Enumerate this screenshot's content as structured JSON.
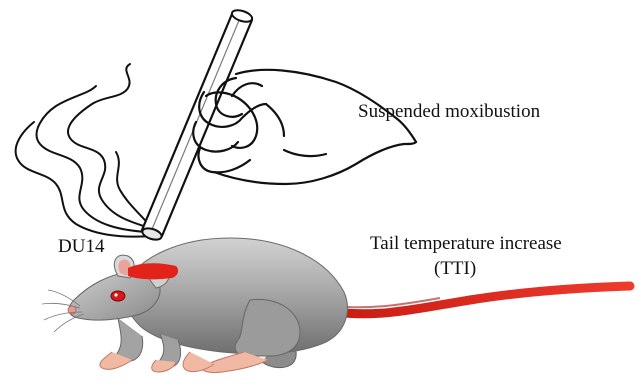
{
  "labels": {
    "technique": "Suspended moxibustion",
    "acupoint": "DU14",
    "effect_line1": "Tail temperature increase",
    "effect_line2": "(TTI)"
  },
  "colors": {
    "highlight": "#e2231a",
    "rat_body": "#a9a9a9",
    "rat_shadow": "#6f6f6f",
    "ink": "#111111"
  },
  "icons": {
    "hand": "hand-holding-moxa-stick",
    "moxa_stick": "moxa-stick",
    "smoke": "smoke-wisps",
    "rat": "rat"
  }
}
